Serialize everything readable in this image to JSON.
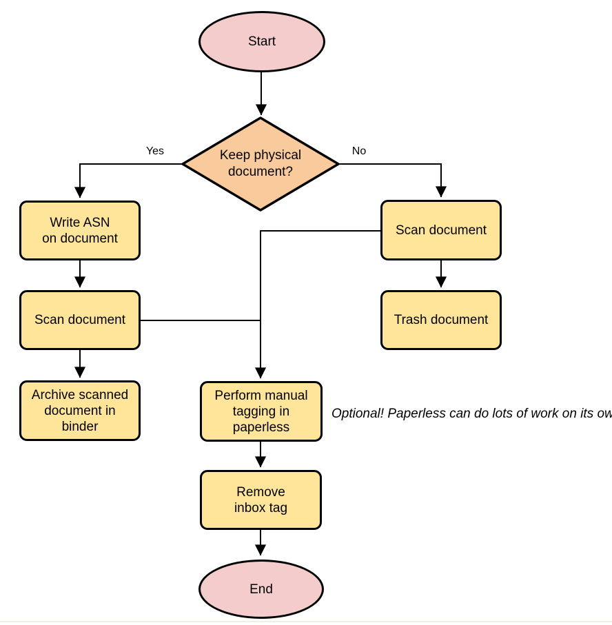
{
  "colors": {
    "background": "#FFFFFF",
    "terminal_fill": "#F4CCCC",
    "decision_fill": "#F9CB9C",
    "process_fill": "#FFE599",
    "stroke": "#000000",
    "text": "#000000",
    "bottom_rule": "#F2EEE3"
  },
  "nodes": {
    "start": {
      "lines": [
        "Start"
      ]
    },
    "decision_keep_physical": {
      "lines": [
        "Keep physical",
        "document?"
      ]
    },
    "write_asn": {
      "lines": [
        "Write ASN",
        "on document"
      ]
    },
    "scan_document_left": {
      "lines": [
        "Scan document"
      ]
    },
    "archive_in_binder": {
      "lines": [
        "Archive scanned",
        "document in",
        "binder"
      ]
    },
    "scan_document_right": {
      "lines": [
        "Scan document"
      ]
    },
    "trash_document": {
      "lines": [
        "Trash document"
      ]
    },
    "manual_tagging": {
      "lines": [
        "Perform manual",
        "tagging in",
        "paperless"
      ]
    },
    "remove_inbox_tag": {
      "lines": [
        "Remove",
        "inbox tag"
      ]
    },
    "end": {
      "lines": [
        "End"
      ]
    }
  },
  "edge_labels": {
    "yes": "Yes",
    "no": "No"
  },
  "annotation": {
    "lines": [
      "Optional! Paperless can do lots of work on",
      "its own here."
    ]
  }
}
